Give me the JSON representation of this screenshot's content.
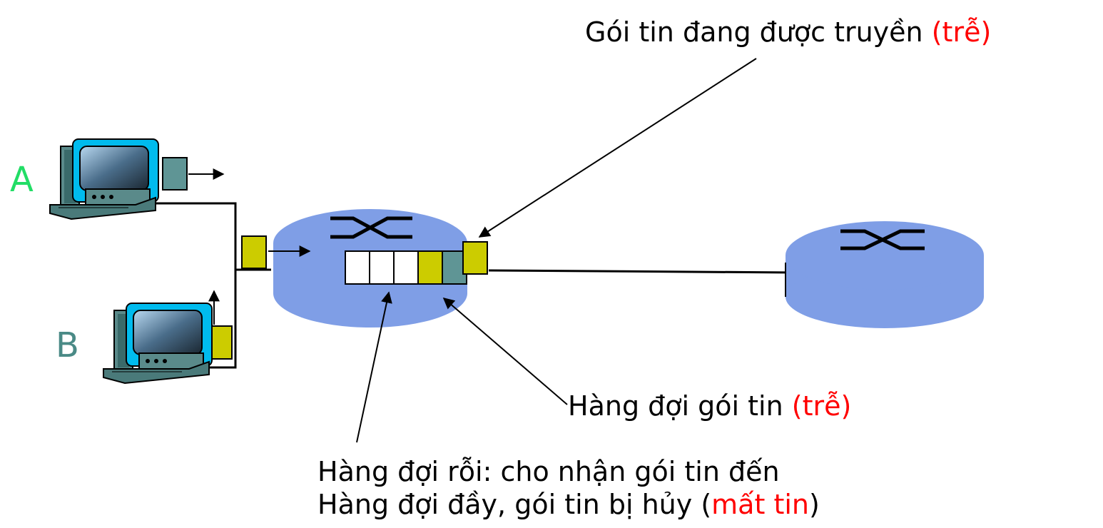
{
  "hosts": {
    "a_label": "A",
    "b_label": "B",
    "a_color": "#22dd66",
    "b_color": "#4a8a86"
  },
  "annotations": {
    "transmitting": {
      "text": "Gói tin đang được truyền ",
      "paren": "(trễ)"
    },
    "queueing": {
      "text": "Hàng đợi gói tin ",
      "paren": "(trễ)"
    },
    "free_buffers": {
      "line1": "Hàng đợi rỗi: cho nhận gói tin đến",
      "line2_prefix": "Hàng đợi đầy, gói tin bị hủy (",
      "line2_red": "mất tin",
      "line2_suffix": ")"
    }
  },
  "colors": {
    "router": "#7f9ee6",
    "packet_yellow": "#cccc00",
    "packet_teal": "#5f9595",
    "highlight": "#ff0000"
  }
}
